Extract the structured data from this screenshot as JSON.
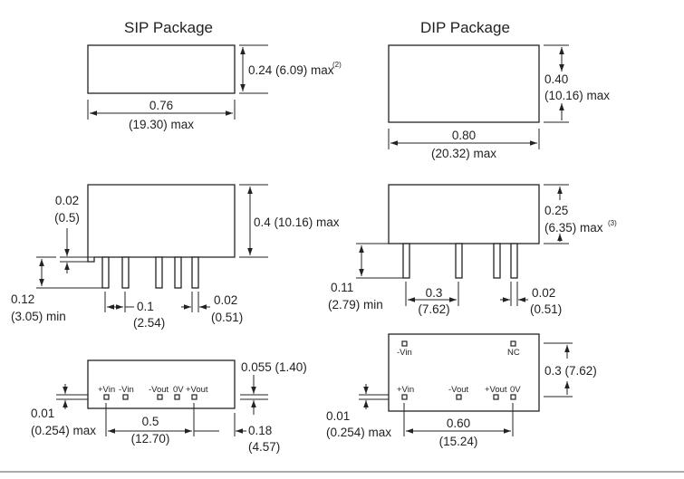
{
  "sip": {
    "title": "SIP Package",
    "top": {
      "height_a": "0.24 (6.09) max",
      "height_sup": "(2)",
      "width_a": "0.76",
      "width_b": "(19.30) max"
    },
    "side": {
      "standoff_a": "0.02",
      "standoff_b": "(0.5)",
      "height": "0.4 (10.16) max",
      "pin_len_a": "0.12",
      "pin_len_b": "(3.05) min",
      "pitch_a": "0.1",
      "pitch_b": "(2.54)",
      "pin_w_a": "0.02",
      "pin_w_b": "(0.51)"
    },
    "bottom": {
      "pins": [
        "+Vin",
        "-Vin",
        "-Vout",
        "0V",
        "+Vout"
      ],
      "row_offset": "0.055 (1.40)",
      "tol_a": "0.01",
      "tol_b": "(0.254) max",
      "span_a": "0.5",
      "span_b": "(12.70)",
      "edge_a": "0.18",
      "edge_b": "(4.57)"
    }
  },
  "dip": {
    "title": "DIP Package",
    "top": {
      "height_a": "0.40",
      "height_b": "(10.16) max",
      "width_a": "0.80",
      "width_b": "(20.32) max"
    },
    "side": {
      "height_a": "0.25",
      "height_b": "(6.35) max",
      "height_sup": "(3)",
      "pin_len_a": "0.11",
      "pin_len_b": "(2.79) min",
      "pitch_a": "0.3",
      "pitch_b": "(7.62)",
      "pin_w_a": "0.02",
      "pin_w_b": "(0.51)"
    },
    "bottom": {
      "pins_top": [
        "-Vin",
        "NC"
      ],
      "pins_bottom": [
        "+Vin",
        "-Vout",
        "+Vout",
        "0V"
      ],
      "row_span": "0.3 (7.62)",
      "tol_a": "0.01",
      "tol_b": "(0.254) max",
      "span_a": "0.60",
      "span_b": "(15.24)"
    }
  }
}
